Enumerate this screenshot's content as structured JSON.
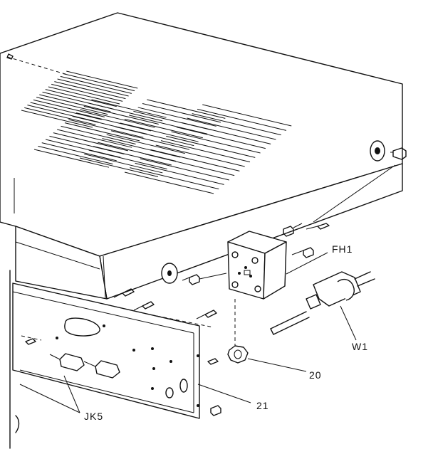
{
  "labels": {
    "fh1": "FH1",
    "w1": "W1",
    "part20": "20",
    "part21": "21",
    "jk5": "JK5"
  }
}
